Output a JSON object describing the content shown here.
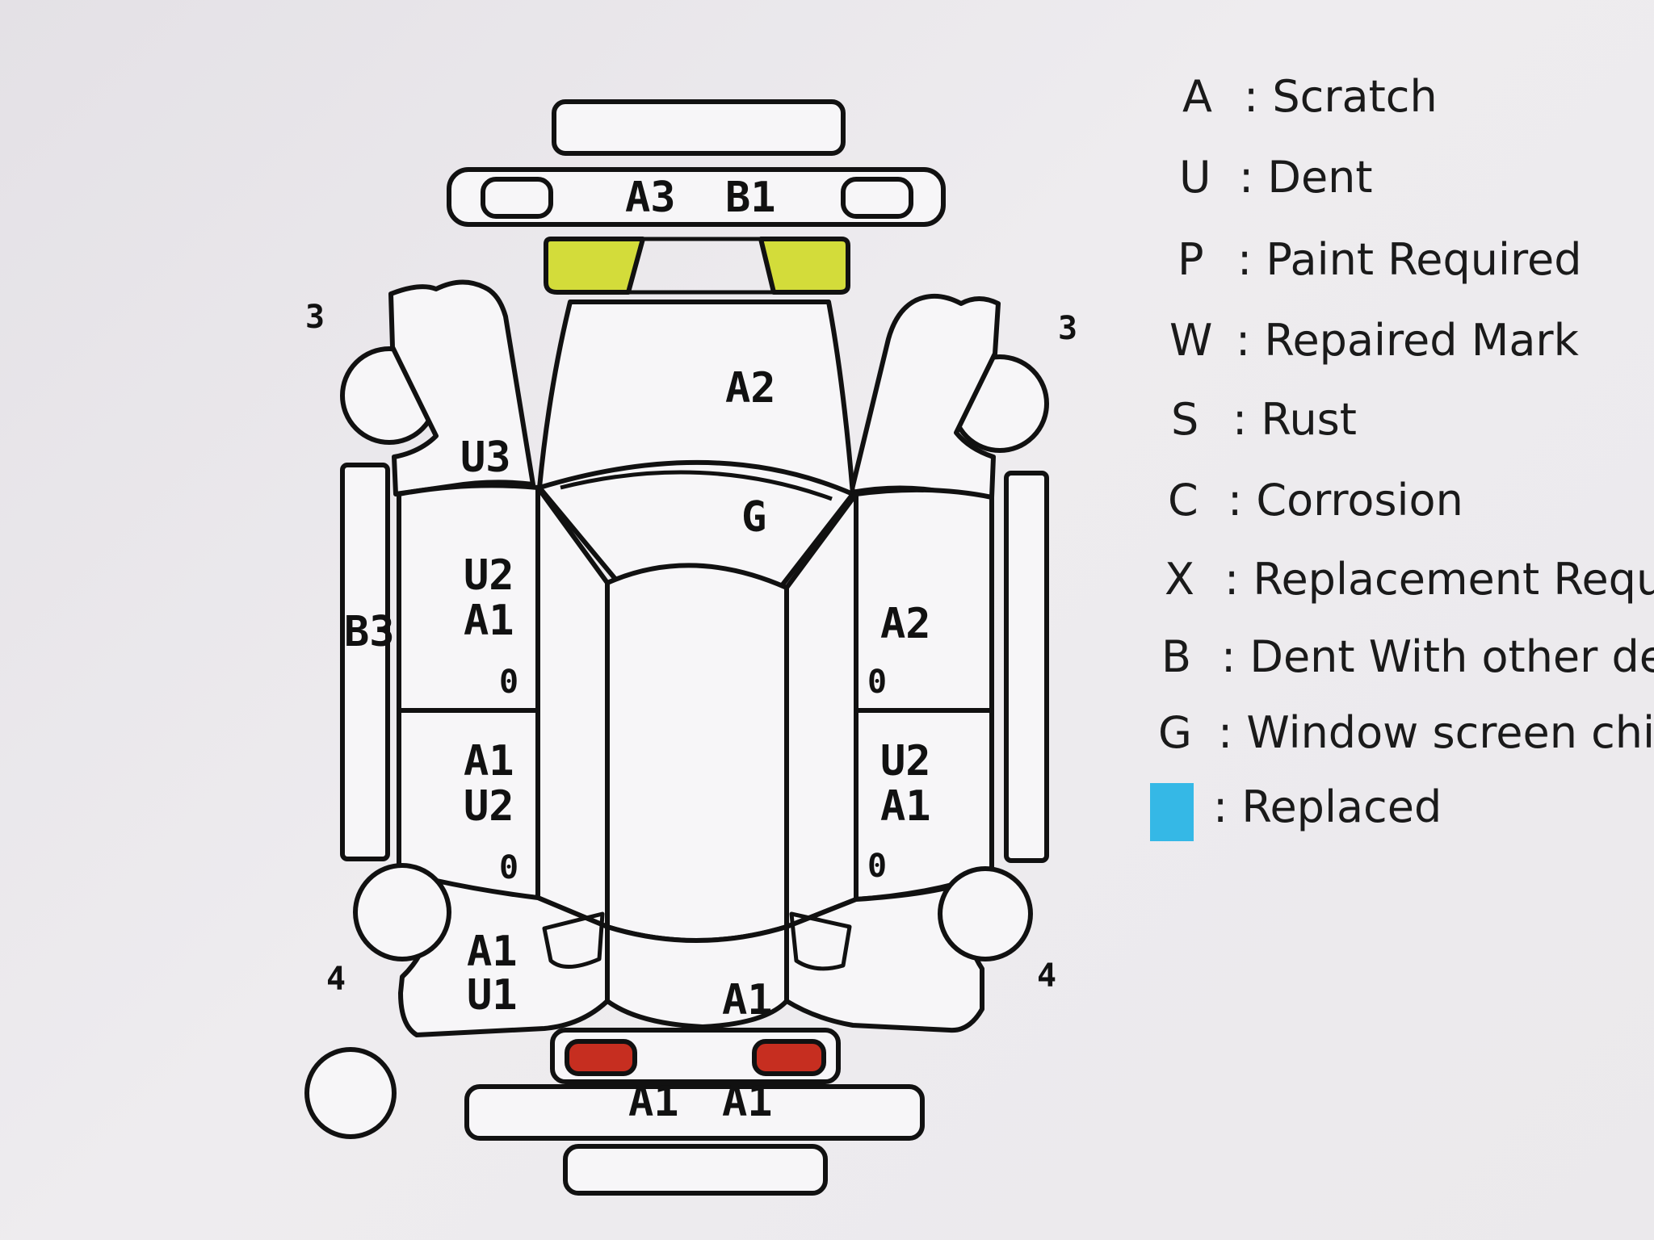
{
  "diagram": {
    "labels": {
      "front_bumper": [
        "A3",
        "B1"
      ],
      "hood": "A2",
      "windshield": "G",
      "left_fender": "U3",
      "left_front_door": [
        "U2",
        "A1",
        "0"
      ],
      "left_rear_door": [
        "A1",
        "U2",
        "0"
      ],
      "left_quarter": [
        "A1",
        "U1"
      ],
      "left_sill": "B3",
      "right_front_door": [
        "A2",
        "0"
      ],
      "right_rear_door": [
        "U2",
        "A1",
        "0"
      ],
      "trunk": "A1",
      "rear_bumper": [
        "A1",
        "A1"
      ],
      "front_left_wheel": "3",
      "front_right_wheel": "3",
      "rear_left_wheel": "4",
      "rear_right_wheel": "4"
    },
    "colors": {
      "headlight": "#d3dc3a",
      "taillight": "#c62e20",
      "replaced": "#35b8e6"
    }
  },
  "legend": [
    {
      "code": "A",
      "desc": ": Scratch"
    },
    {
      "code": "U",
      "desc": ": Dent"
    },
    {
      "code": "P",
      "desc": ": Paint Required"
    },
    {
      "code": "W",
      "desc": ": Repaired Mark"
    },
    {
      "code": "S",
      "desc": ": Rust"
    },
    {
      "code": "C",
      "desc": ": Corrosion"
    },
    {
      "code": "X",
      "desc": ": Replacement Requir"
    },
    {
      "code": "B",
      "desc": ": Dent With other defe"
    },
    {
      "code": "G",
      "desc": ":  Window screen chip"
    },
    {
      "code": "",
      "desc": ": Replaced"
    }
  ]
}
